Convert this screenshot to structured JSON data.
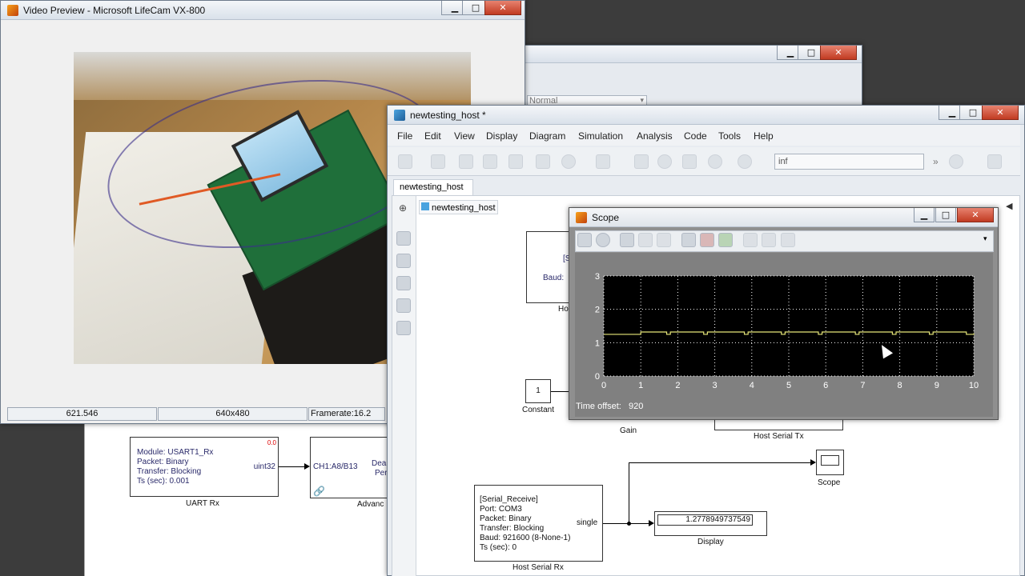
{
  "video_window": {
    "title": "Video Preview - Microsoft LifeCam VX-800",
    "status": {
      "time": "621.546",
      "resolution": "640x480",
      "framerate": "Framerate:16.2"
    }
  },
  "background_window": {
    "dropdown": "Normal"
  },
  "simulink": {
    "title": "newtesting_host *",
    "menu": [
      "File",
      "Edit",
      "View",
      "Display",
      "Diagram",
      "Simulation",
      "Analysis",
      "Code",
      "Tools",
      "Help"
    ],
    "stop_time": "inf",
    "tab": "newtesting_host",
    "breadcrumb": "newtesting_host",
    "blocks": {
      "host_serial_tx_partial": {
        "line1": "[S",
        "line2": "Baud:",
        "caption": "Hos"
      },
      "constant": {
        "value": "1",
        "caption": "Constant"
      },
      "gain": {
        "caption": "Gain"
      },
      "host_serial_tx": {
        "caption": "Host Serial Tx"
      },
      "scope": {
        "caption": "Scope"
      },
      "host_serial_rx": {
        "lines": [
          "[Serial_Receive]",
          "Port: COM3",
          "Packet: Binary",
          "Transfer: Blocking",
          "Baud: 921600 (8-None-1)",
          "Ts (sec): 0"
        ],
        "port": "single",
        "caption": "Host Serial Rx"
      },
      "display": {
        "value": "1.2778949737549",
        "caption": "Display"
      }
    }
  },
  "lower_model": {
    "uart_rx": {
      "lines": [
        "Module: USART1_Rx",
        "Packet: Binary",
        "Transfer: Blocking",
        "Ts (sec): 0.001"
      ],
      "port": "uint32",
      "badge": "0.0",
      "caption": "UART Rx"
    },
    "advanced": {
      "line": "CH1:A8/B13",
      "right_line1": "Dea",
      "right_line2": "Per",
      "caption": "Advanc"
    }
  },
  "scope_window": {
    "title": "Scope",
    "time_offset_label": "Time offset:",
    "time_offset_value": "920",
    "accent_signal_color": "#e8e87a"
  },
  "chart_data": {
    "type": "line",
    "x_ticks": [
      "0",
      "1",
      "2",
      "3",
      "4",
      "5",
      "6",
      "7",
      "8",
      "9",
      "10"
    ],
    "y_ticks": [
      "0",
      "1",
      "2",
      "3"
    ],
    "xlim": [
      0,
      10
    ],
    "ylim": [
      0,
      3
    ],
    "grid": true,
    "series": [
      {
        "x": [
          0,
          0.8,
          1.0,
          1.7,
          1.8,
          2.7,
          2.8,
          3.8,
          3.9,
          4.8,
          4.9,
          5.8,
          5.9,
          6.8,
          6.9,
          7.8,
          7.9,
          8.8,
          8.9,
          9.8,
          10
        ],
        "values": [
          1.25,
          1.25,
          1.32,
          1.25,
          1.32,
          1.25,
          1.32,
          1.25,
          1.32,
          1.25,
          1.32,
          1.25,
          1.32,
          1.25,
          1.32,
          1.25,
          1.32,
          1.25,
          1.32,
          1.25,
          1.28
        ]
      }
    ]
  }
}
